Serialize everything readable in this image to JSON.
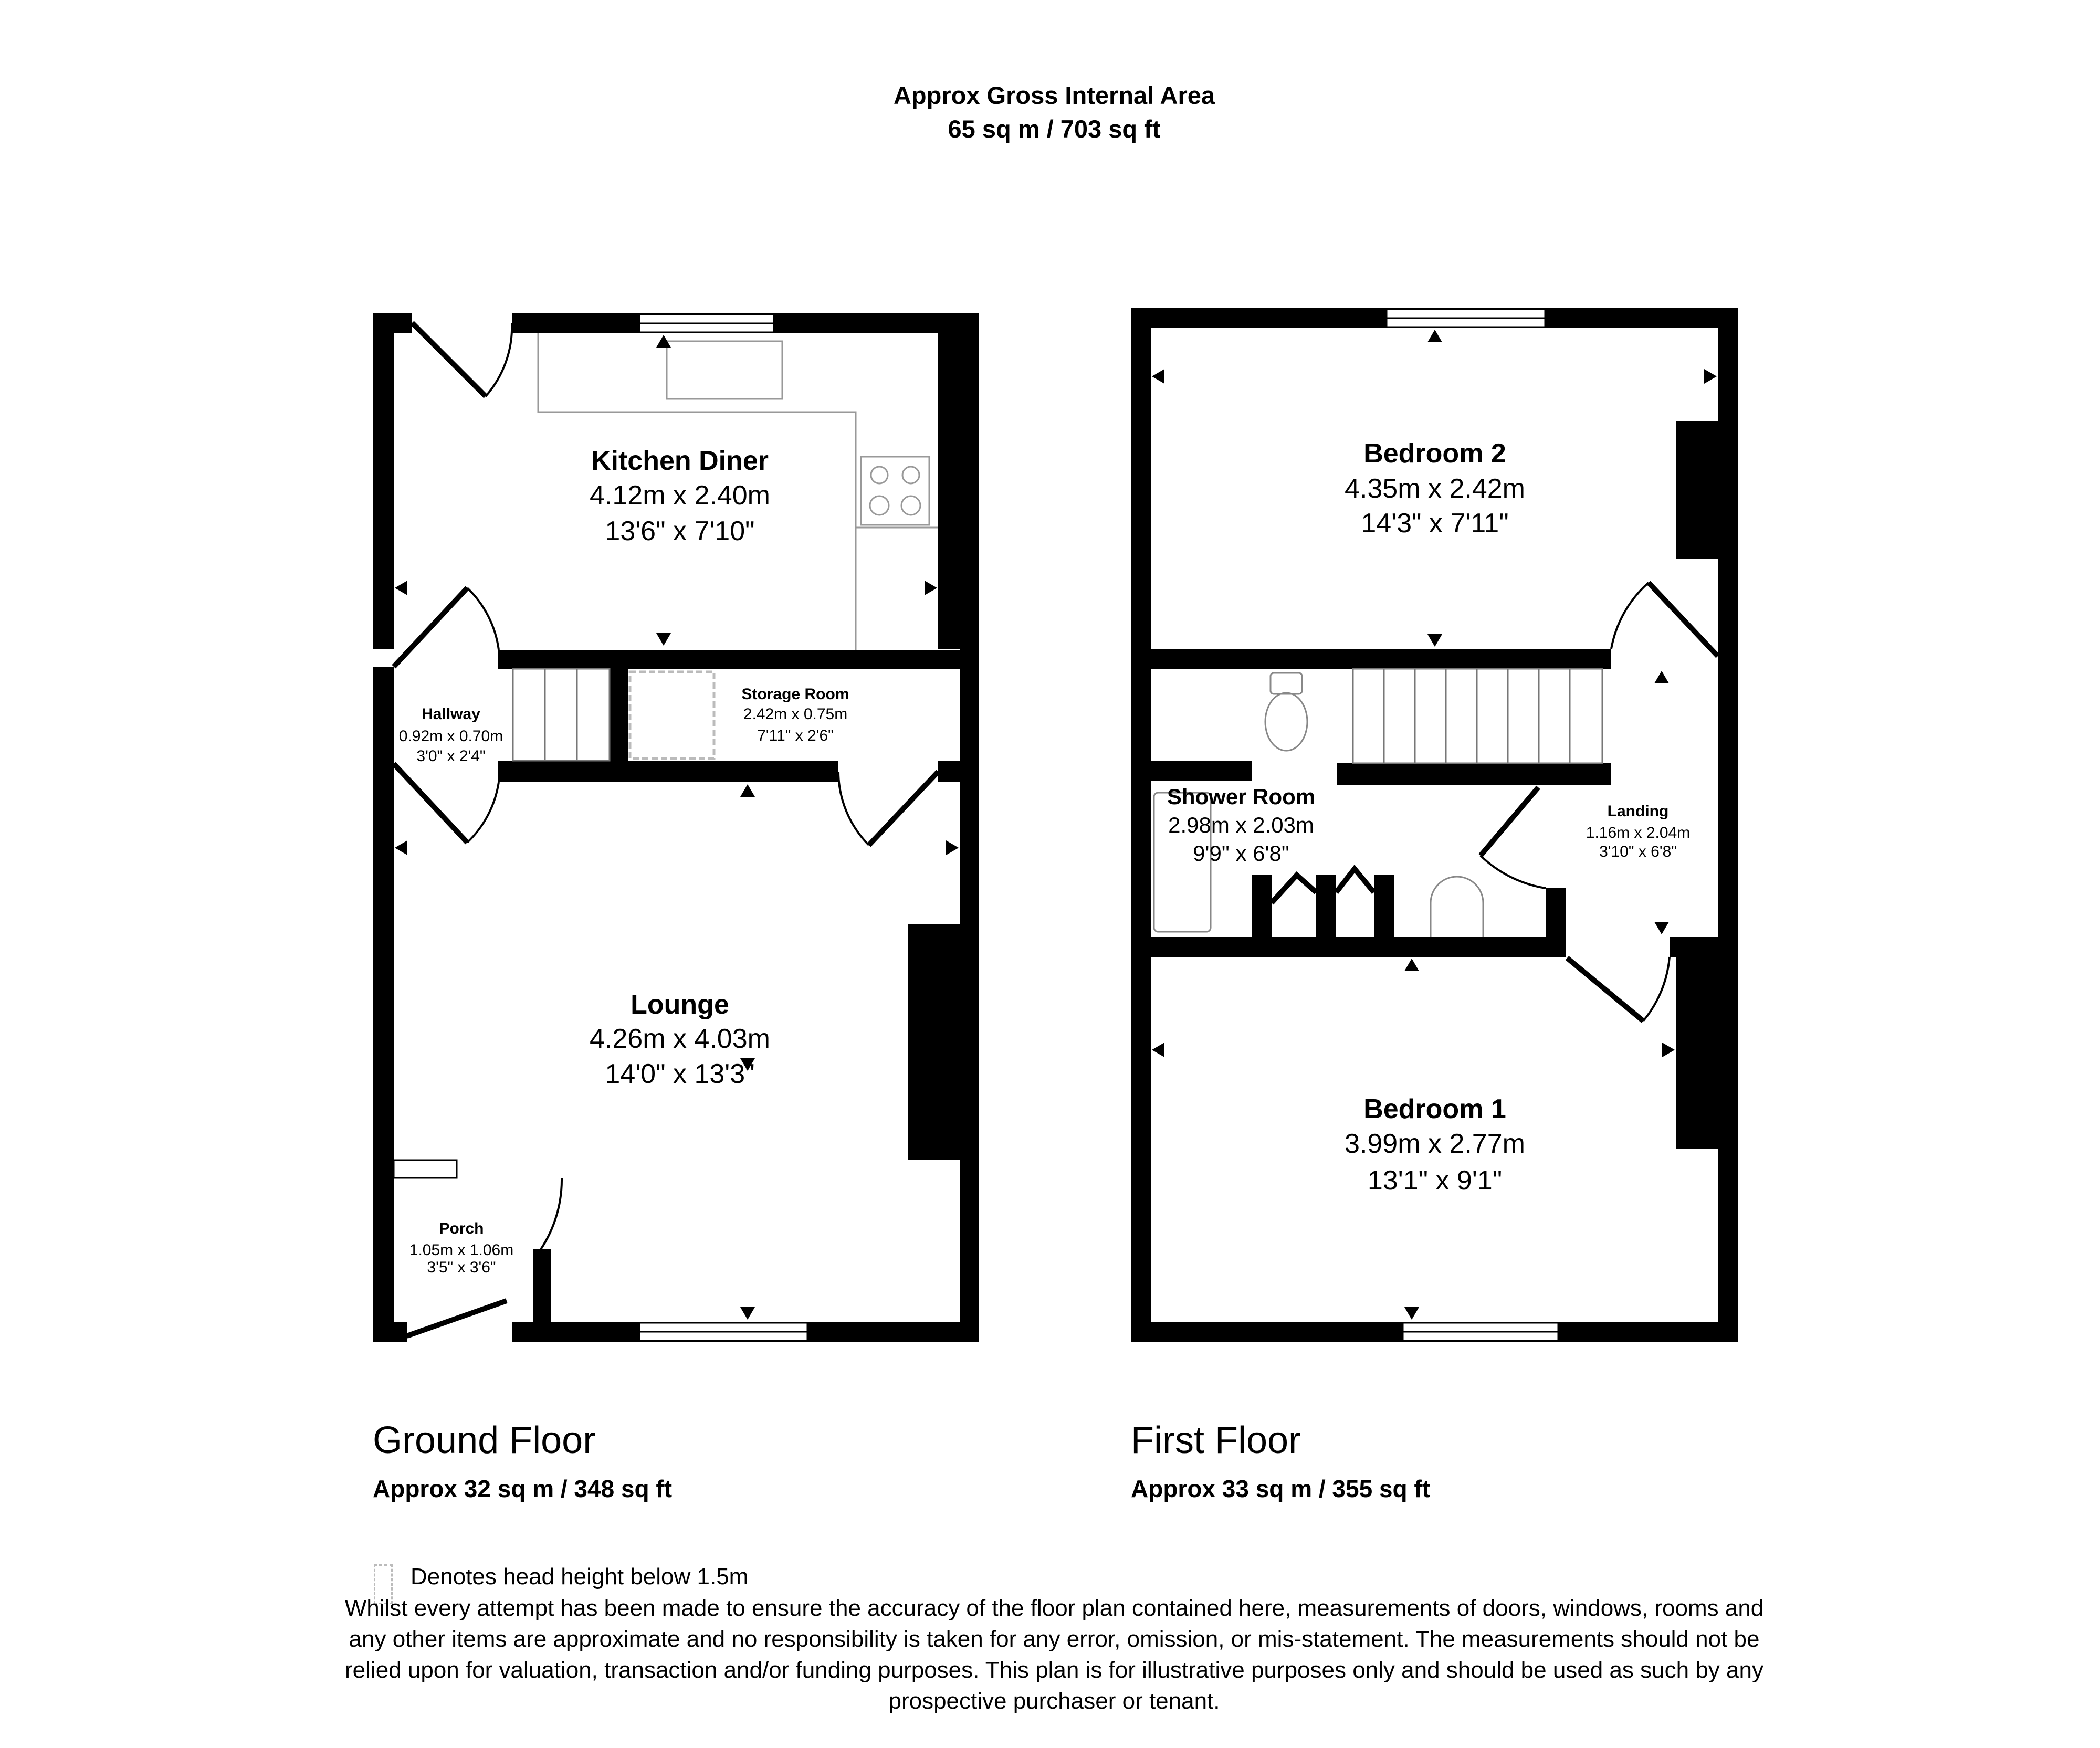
{
  "header": {
    "title": "Approx Gross Internal Area",
    "area": "65 sq m / 703 sq ft"
  },
  "ground_floor": {
    "name": "Ground Floor",
    "area": "Approx 32 sq m / 348 sq ft",
    "rooms": [
      {
        "name": "Kitchen Diner",
        "metric": "4.12m x 2.40m",
        "imperial": "13'6\" x 7'10\""
      },
      {
        "name": "Hallway",
        "metric": "0.92m x 0.70m",
        "imperial": "3'0\" x 2'4\""
      },
      {
        "name": "Storage Room",
        "metric": "2.42m x 0.75m",
        "imperial": "7'11\" x 2'6\""
      },
      {
        "name": "Lounge",
        "metric": "4.26m x 4.03m",
        "imperial": "14'0\" x 13'3\""
      },
      {
        "name": "Porch",
        "metric": "1.05m x 1.06m",
        "imperial": "3'5\" x 3'6\""
      }
    ]
  },
  "first_floor": {
    "name": "First Floor",
    "area": "Approx 33 sq m / 355 sq ft",
    "rooms": [
      {
        "name": "Bedroom 2",
        "metric": "4.35m x 2.42m",
        "imperial": "14'3\" x 7'11\""
      },
      {
        "name": "Shower Room",
        "metric": "2.98m x 2.03m",
        "imperial": "9'9\" x 6'8\""
      },
      {
        "name": "Landing",
        "metric": "1.16m x 2.04m",
        "imperial": "3'10\" x 6'8\""
      },
      {
        "name": "Bedroom 1",
        "metric": "3.99m x 2.77m",
        "imperial": "13'1\" x 9'1\""
      }
    ]
  },
  "legend": {
    "head_height": "Denotes head height below 1.5m"
  },
  "disclaimer": [
    "Whilst every attempt has been made to ensure the accuracy of the floor plan contained here, measurements of doors, windows, rooms and",
    "any other items are approximate and no responsibility is taken for any error, omission, or mis-statement. The measurements should not be",
    "relied upon for valuation, transaction and/or funding purposes. This plan is for illustrative purposes only and should be used as such by any",
    "prospective purchaser or tenant."
  ]
}
